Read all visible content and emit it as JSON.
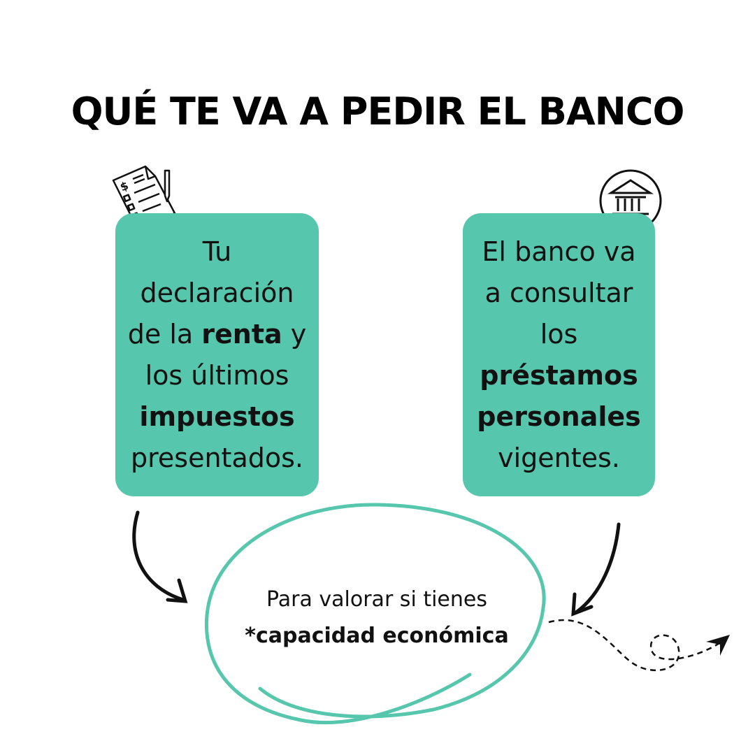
{
  "title": "QUÉ TE VA A PEDIR EL BANCO",
  "left_card": {
    "lines": [
      "Tu",
      "declaración",
      "de la ",
      "renta",
      " y",
      "los últimos",
      "impuestos",
      "presentados."
    ]
  },
  "right_card": {
    "lines": [
      "El banco va",
      "a consultar",
      "los",
      "préstamos",
      "personales",
      "vigentes."
    ]
  },
  "bubble": {
    "line1": "Para valorar si tienes",
    "line2": "*capacidad económica"
  },
  "colors": {
    "accent": "#56c6ad",
    "text": "#111111"
  },
  "icons": [
    "tax-document-icon",
    "bank-icon",
    "curved-arrow-icon",
    "dashed-arrow-icon"
  ]
}
